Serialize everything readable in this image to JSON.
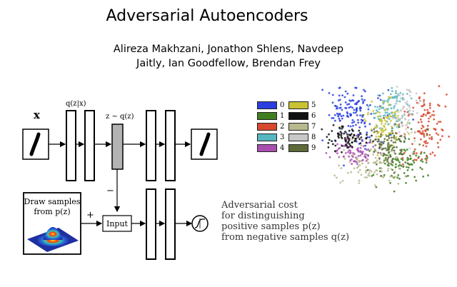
{
  "slide": {
    "title": "Adversarial Autoencoders",
    "authors_line1": "Alireza Makhzani, Jonathon Shlens, Navdeep",
    "authors_line2": "Jaitly, Ian Goodfellow, Brendan Frey"
  },
  "diagram": {
    "input_label": "x",
    "encoder_label": "q(z|x)",
    "code_label": "z ~ q(z)",
    "draw_samples_line1": "Draw samples",
    "draw_samples_line2": "from p(z)",
    "plus_sign": "+",
    "minus_sign": "−",
    "input_box_label": "Input",
    "cost_lines": [
      "Adversarial cost",
      "for distinguishing",
      "positive samples p(z)",
      "from negative samples q(z)"
    ]
  },
  "legend": [
    {
      "label": "0",
      "color": "#2b3fe0"
    },
    {
      "label": "1",
      "color": "#3f7f1f"
    },
    {
      "label": "2",
      "color": "#d8482e"
    },
    {
      "label": "3",
      "color": "#58b6c0"
    },
    {
      "label": "4",
      "color": "#a84fb0"
    },
    {
      "label": "5",
      "color": "#c9c232"
    },
    {
      "label": "6",
      "color": "#111111"
    },
    {
      "label": "7",
      "color": "#b9b98f"
    },
    {
      "label": "8",
      "color": "#c8c8c8"
    },
    {
      "label": "9",
      "color": "#5e6a3a"
    }
  ]
}
